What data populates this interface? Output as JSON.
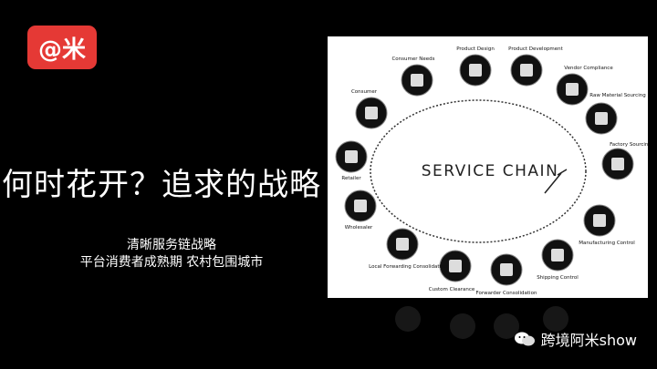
{
  "logo": {
    "label": "@米"
  },
  "title": "何时花开？追求的战略",
  "subtitle": [
    "清晰服务链战略",
    "平台消费者成熟期 农村包围城市"
  ],
  "diagram": {
    "center_label": "SERVICE CHAIN",
    "nodes": [
      {
        "label": "Product Design",
        "icon": "bag-icon"
      },
      {
        "label": "Product Development",
        "icon": "box-icon"
      },
      {
        "label": "Vendor Compliance",
        "icon": "magnifier-icon"
      },
      {
        "label": "Raw Material Sourcing",
        "icon": "cotton-icon"
      },
      {
        "label": "Factory Sourcing",
        "icon": "factory-icon"
      },
      {
        "label": "Manufacturing Control",
        "icon": "sewing-icon"
      },
      {
        "label": "Shipping Control",
        "icon": "truck-icon"
      },
      {
        "label": "Forwarder Consolidation",
        "icon": "pallet-icon"
      },
      {
        "label": "Custom Clearance",
        "icon": "stamp-icon"
      },
      {
        "label": "Local Forwarding Consolidation",
        "icon": "globe-icon"
      },
      {
        "label": "Wholesaler",
        "icon": "crate-icon"
      },
      {
        "label": "Retailer",
        "icon": "cart-icon"
      },
      {
        "label": "Consumer",
        "icon": "shopping-bag-icon"
      },
      {
        "label": "Consumer Needs",
        "icon": "gift-bag-icon"
      }
    ]
  },
  "watermark": "跨境阿米show"
}
